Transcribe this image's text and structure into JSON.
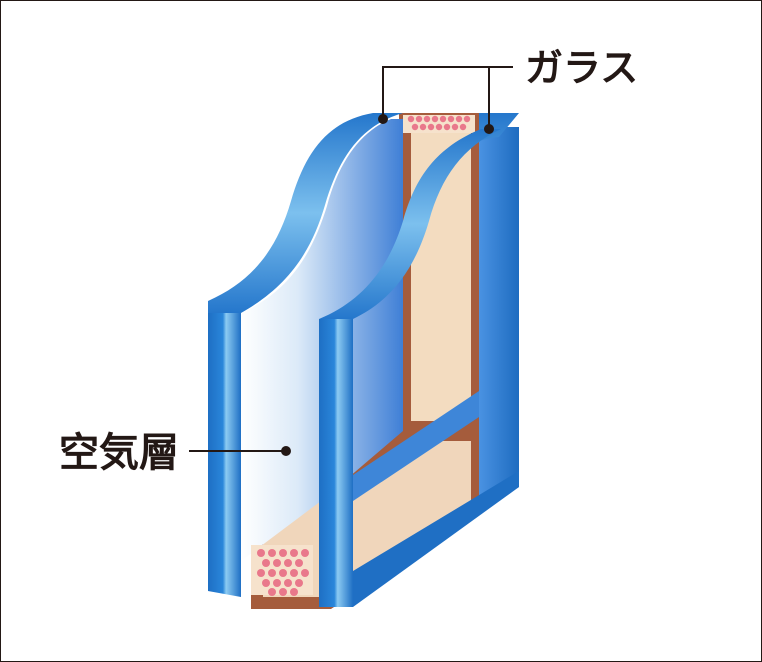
{
  "labels": {
    "glass": "ガラス",
    "air_layer": "空気層"
  },
  "colors": {
    "glass_blue": "#1F73C9",
    "glass_light": "#8CC8F0",
    "glass_face": "#4F93E0",
    "spacer_brown": "#A55C3C",
    "desiccant_cream": "#F3DCC0",
    "bead_pink": "#E9788B",
    "leader_line": "#231815"
  },
  "icons": [
    "double-glazing-cross-section",
    "leader-dot"
  ]
}
